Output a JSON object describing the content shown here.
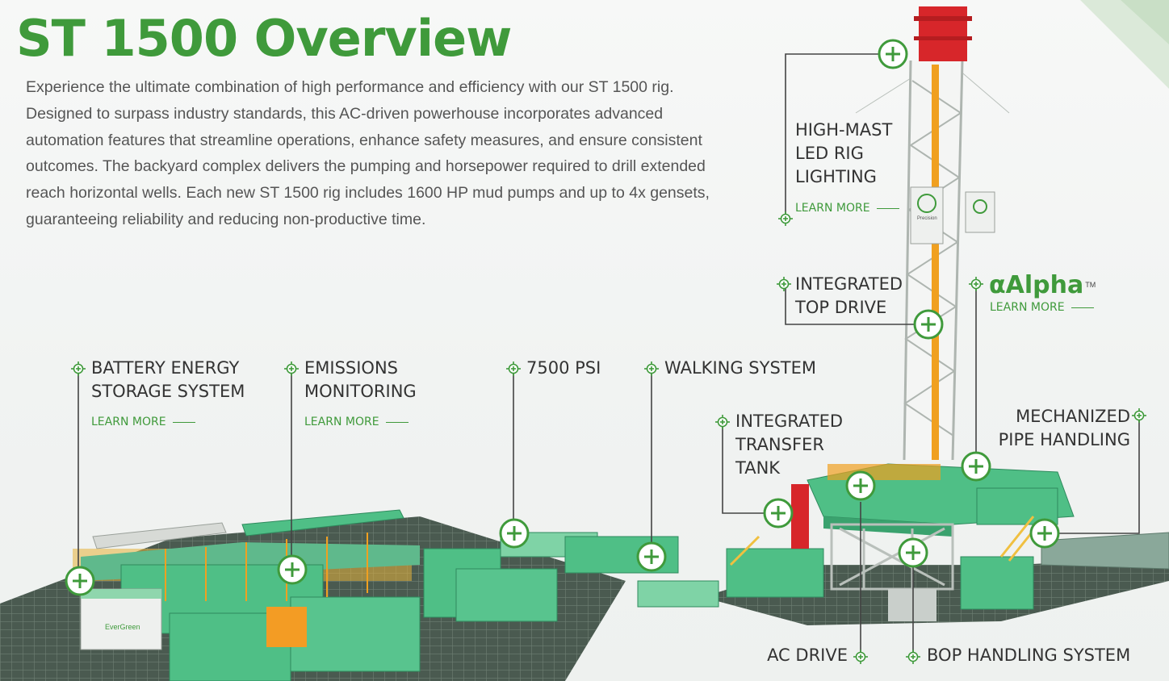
{
  "page": {
    "title": "ST 1500 Overview",
    "description": "Experience the ultimate combination of high performance and efficiency with our ST 1500 rig. Designed to surpass industry standards, this AC-driven powerhouse incorporates advanced automation features that streamline operations, enhance safety measures, and ensure consistent outcomes. The backyard complex delivers the pumping and horsepower required to drill extended reach horizontal wells. Each new ST 1500 rig includes 1600 HP mud pumps and up to 4x gensets, guaranteeing reliability and reducing non-productive time."
  },
  "features": {
    "high_mast": {
      "label": "High-Mast\nLED Rig\nLighting",
      "learn_more": "LEARN MORE"
    },
    "top_drive": {
      "label": "Integrated\nTop Drive"
    },
    "alpha": {
      "label": "Alpha",
      "tm": "TM",
      "learn_more": "LEARN MORE",
      "icon": "alpha-logo-icon"
    },
    "battery": {
      "label": "Battery Energy\nStorage System",
      "learn_more": "LEARN MORE"
    },
    "emissions": {
      "label": "Emissions\nMonitoring",
      "learn_more": "LEARN MORE"
    },
    "psi": {
      "label": "7500 PSI"
    },
    "walking": {
      "label": "Walking System"
    },
    "transfer_tank": {
      "label": "Integrated\nTransfer\nTank"
    },
    "pipe_handling": {
      "label": "Mechanized\nPipe Handling"
    },
    "ac_drive": {
      "label": "AC Drive"
    },
    "bop": {
      "label": "BOP Handling System"
    }
  },
  "rig": {
    "brand_badge": "Precision",
    "battery_brand": "EverGreen"
  },
  "colors": {
    "brand_green": "#3f9a3b",
    "equipment_green": "#4fbf86",
    "equipment_green_dark": "#3aa26e",
    "mast_red": "#d7262a",
    "accent_orange": "#f0a020",
    "ground": "#46524a"
  }
}
